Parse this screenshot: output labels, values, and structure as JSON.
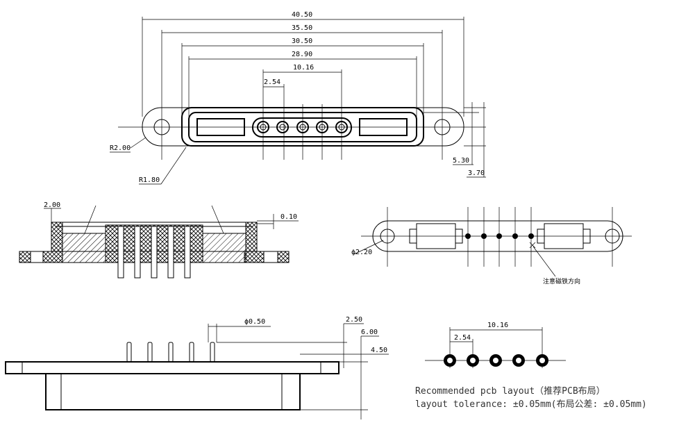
{
  "top_view": {
    "dims": [
      "40.50",
      "35.50",
      "30.50",
      "28.90",
      "10.16",
      "2.54"
    ],
    "radius_outer": "R2.00",
    "radius_inner": "R1.80",
    "height_a": "5.30",
    "height_b": "3.70"
  },
  "section_view": {
    "top_gap": "2.00",
    "recess": "0.10"
  },
  "bottom_view": {
    "hole_dia": "ϕ2.20",
    "magnet_note": "注意磁铁方向"
  },
  "side_view": {
    "pin_dia": "ϕ0.50",
    "dim_a": "2.50",
    "dim_b": "6.00",
    "dim_c": "4.50"
  },
  "pcb_layout": {
    "span": "10.16",
    "pitch": "2.54",
    "line1": "Recommended pcb layout（推荐PCB布局）",
    "line2": "layout tolerance: ±0.05mm(布局公差: ±0.05mm)"
  }
}
